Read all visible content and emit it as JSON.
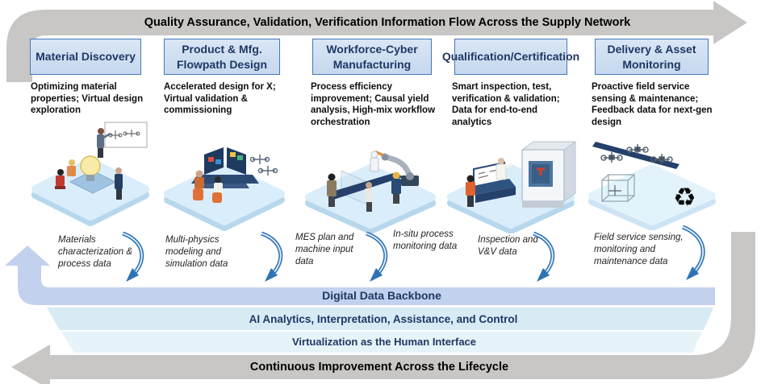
{
  "banner": {
    "top": "Quality Assurance, Validation, Verification Information Flow Across the Supply Network",
    "bottom": "Continuous Improvement Across the Lifecycle"
  },
  "columns": [
    {
      "title": "Material Discovery",
      "description": "Optimizing material properties; Virtual design exploration",
      "illustration": "team ideation around lightbulb on platform with design board"
    },
    {
      "title": "Product & Mfg. Flowpath Design",
      "description": "Accelerated design for X; Virtual validation & commissioning",
      "illustration": "engineers at design console with drone models"
    },
    {
      "title": "Workforce-Cyber Manufacturing",
      "description": "Process efficiency improvement; Causal yield analysis, High-mix workflow orchestration",
      "illustration": "workers, humanoid robot and robot arm on assembly line"
    },
    {
      "title": "Qualification/Certification",
      "description": "Smart inspection, test, verification & validation; Data for end-to-end analytics",
      "illustration": "inspection machine with technicians"
    },
    {
      "title": "Delivery & Asset Monitoring",
      "description": "Proactive field service sensing & maintenance; Feedback data for next-gen design",
      "illustration": "drones, wireframe package and recycling symbol"
    }
  ],
  "data_labels": [
    "Materials characterization & process data",
    "Multi-physics modeling and simulation data",
    "MES plan and machine input data",
    "In-situ process monitoring data",
    "Inspection and V&V data",
    "Field service sensing, monitoring and maintenance data"
  ],
  "layers": {
    "backbone": "Digital Data Backbone",
    "ai": "AI Analytics, Interpretation, Assistance, and Control",
    "virtualization": "Virtualization as the Human Interface"
  },
  "symbols": {
    "recycle": "♻"
  },
  "colors": {
    "arrow_gray": "#c8c7c5",
    "box_fill": "#cdddf0",
    "box_border": "#4777b9",
    "navy_text": "#1f3864",
    "backbone_fill": "#c2d1ed",
    "ai_fill": "#d8eaf4",
    "virtualization_fill": "#e6f3f9",
    "flow_arrow_blue": "#2e74b5"
  }
}
